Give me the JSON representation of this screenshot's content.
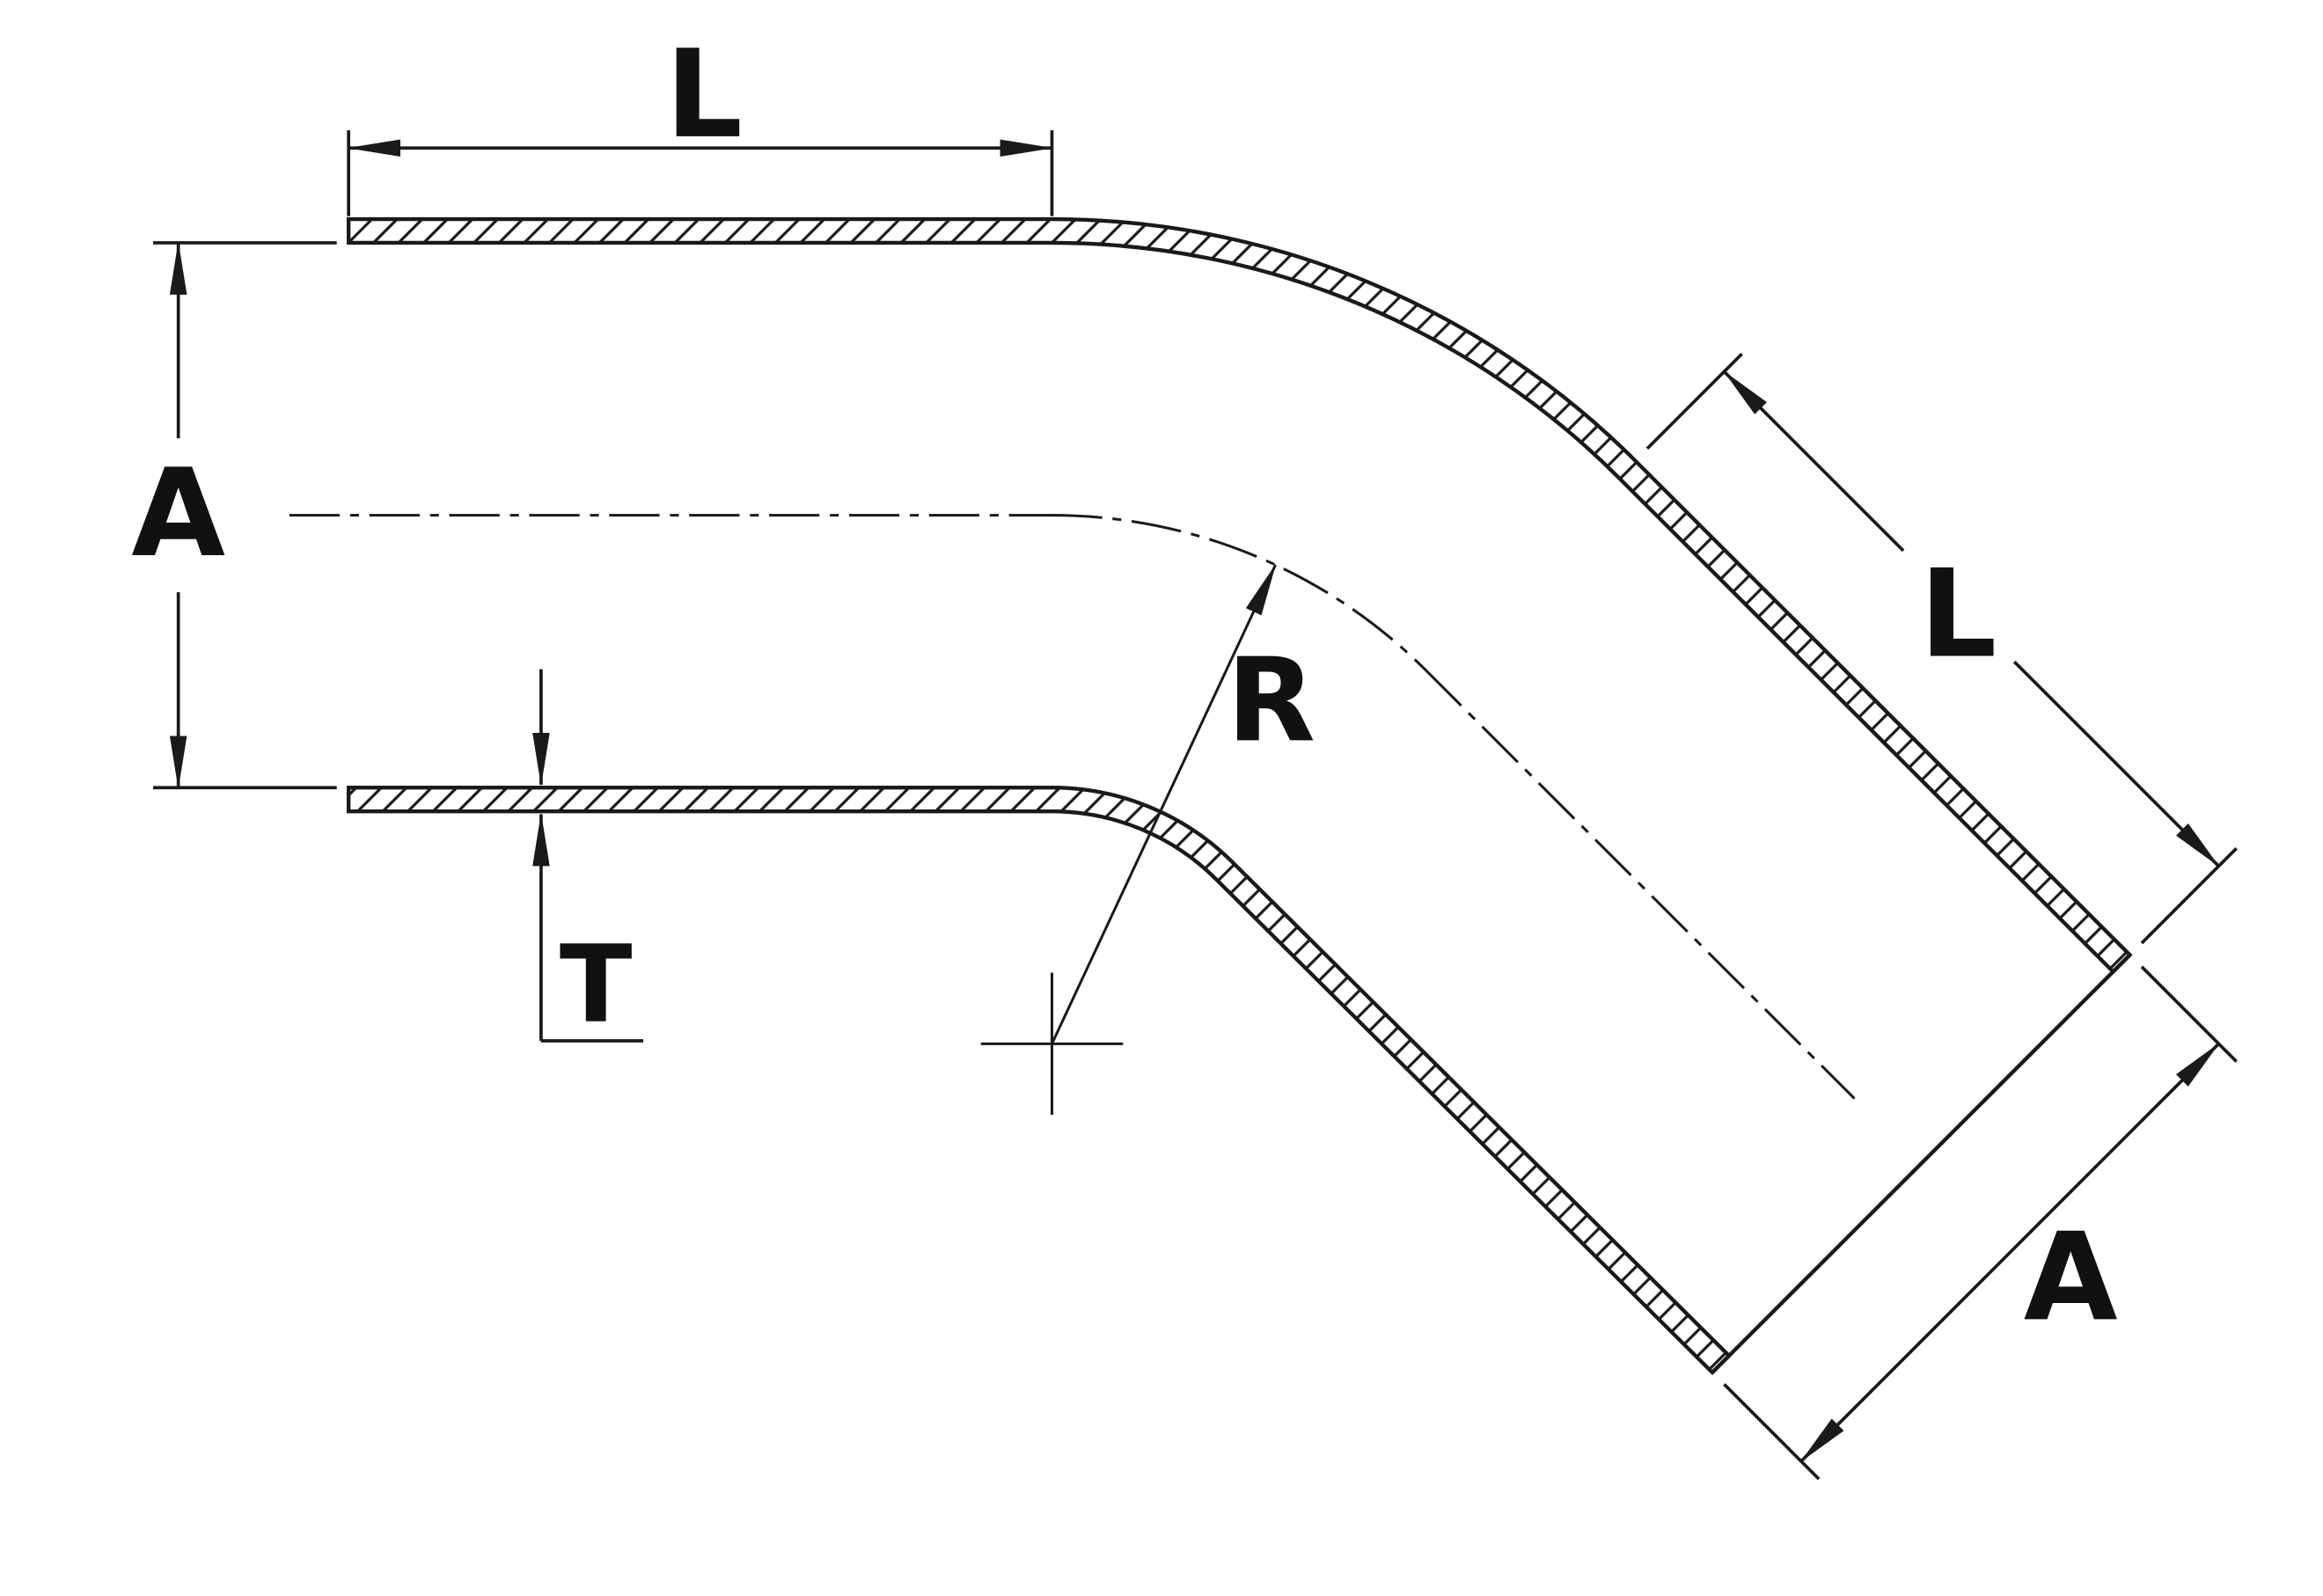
{
  "drawing": {
    "background": "#ffffff",
    "line_color": "#1a1a1a",
    "subject": "45-degree elbow hose cross-section",
    "dimensions": {
      "length_top": "L",
      "diameter_left": "A",
      "wall_thickness": "T",
      "bend_radius": "R",
      "length_angled": "L",
      "diameter_end": "A"
    }
  }
}
